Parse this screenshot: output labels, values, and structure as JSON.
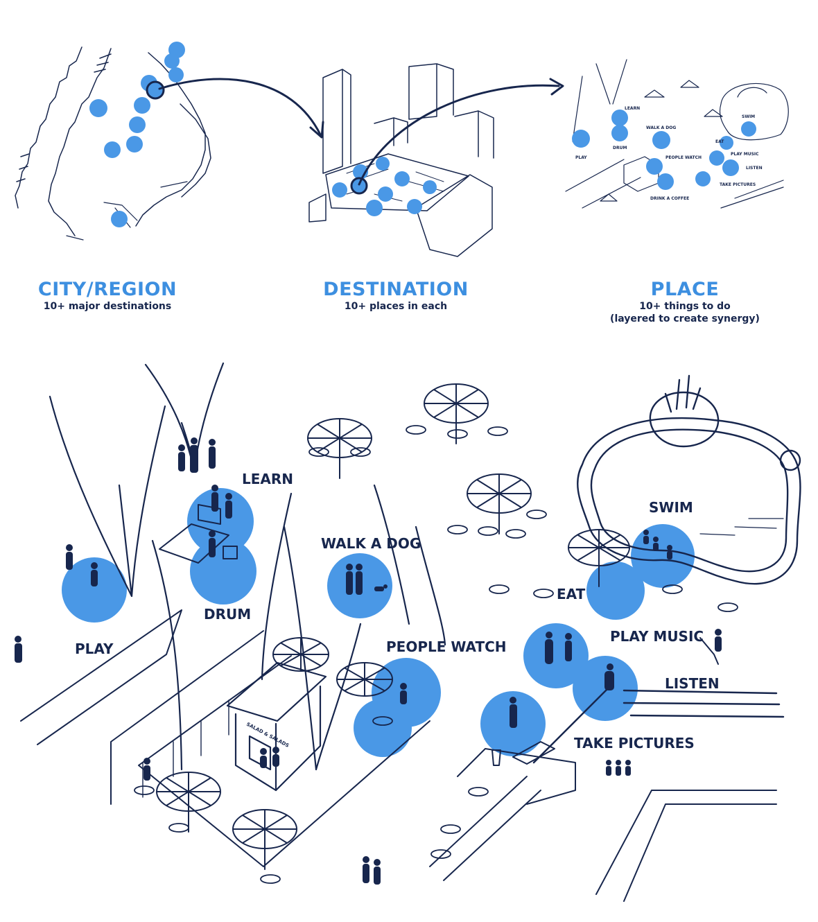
{
  "colors": {
    "ink": "#17264d",
    "accent": "#3d8fe0",
    "accent_fill": "#4a98e6"
  },
  "stages": [
    {
      "title": "CITY/REGION",
      "subtitle": "10+ major destinations"
    },
    {
      "title": "DESTINATION",
      "subtitle": "10+ places in each"
    },
    {
      "title": "PLACE",
      "subtitle": "10+ things to do",
      "subtitle2": "(layered to create synergy)"
    }
  ],
  "small_labels": [
    "LEARN",
    "SWIM",
    "WALK A DOG",
    "EAT",
    "PLAY MUSIC",
    "DRUM",
    "PEOPLE WATCH",
    "LISTEN",
    "PLAY",
    "TAKE PICTURES",
    "DRINK A COFFEE"
  ],
  "activities": {
    "learn": "LEARN",
    "drum": "DRUM",
    "play": "PLAY",
    "walk_dog": "WALK A DOG",
    "people_watch": "PEOPLE WATCH",
    "eat": "EAT",
    "swim": "SWIM",
    "play_music": "PLAY MUSIC",
    "listen": "LISTEN",
    "take_pictures": "TAKE PICTURES"
  },
  "kiosk_sign": "SALAD & SALADS"
}
